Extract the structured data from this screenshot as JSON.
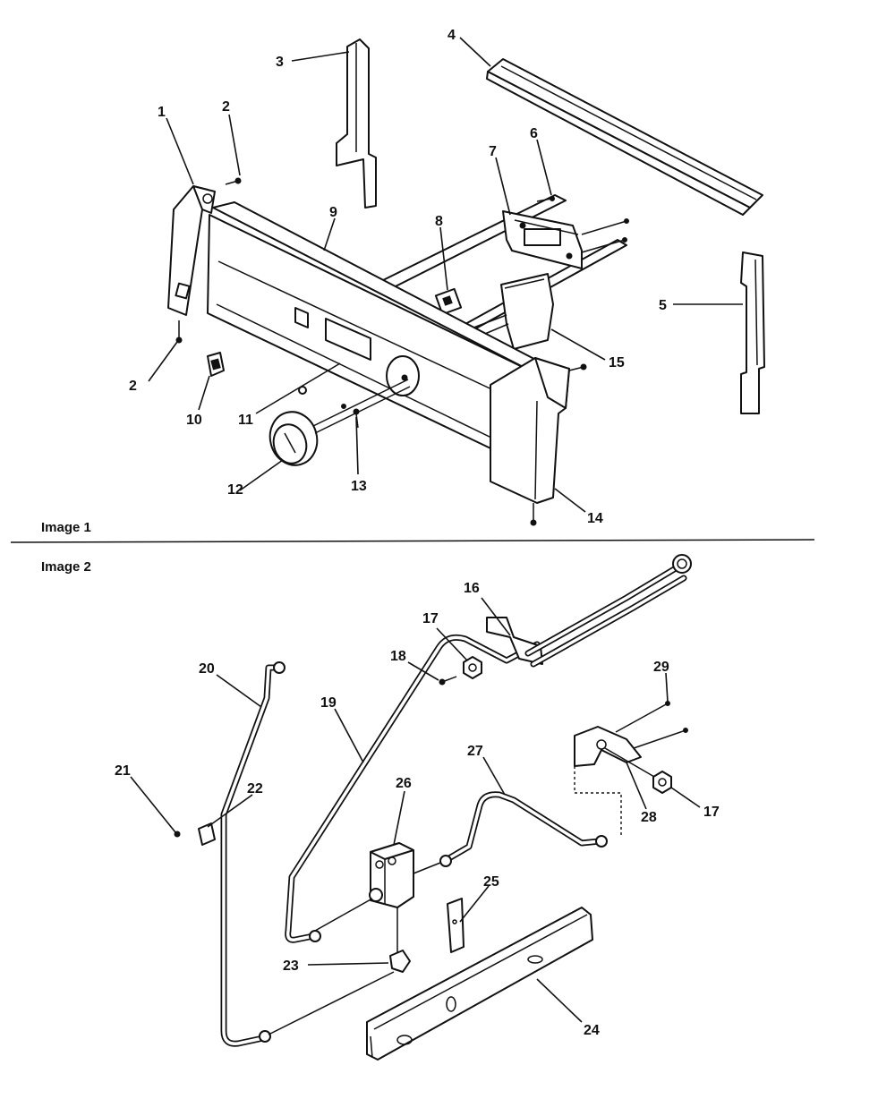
{
  "sections": [
    {
      "label": "Image 1"
    },
    {
      "label": "Image 2"
    }
  ],
  "callouts": {
    "c1": "1",
    "c2a": "2",
    "c2b": "2",
    "c3": "3",
    "c4": "4",
    "c5": "5",
    "c6": "6",
    "c7": "7",
    "c8": "8",
    "c9": "9",
    "c10": "10",
    "c11": "11",
    "c12": "12",
    "c13": "13",
    "c14": "14",
    "c15": "15",
    "c16": "16",
    "c17a": "17",
    "c17b": "17",
    "c18": "18",
    "c19": "19",
    "c20": "20",
    "c21": "21",
    "c22": "22",
    "c23": "23",
    "c24": "24",
    "c25": "25",
    "c26": "26",
    "c27": "27",
    "c28": "28",
    "c29": "29"
  }
}
